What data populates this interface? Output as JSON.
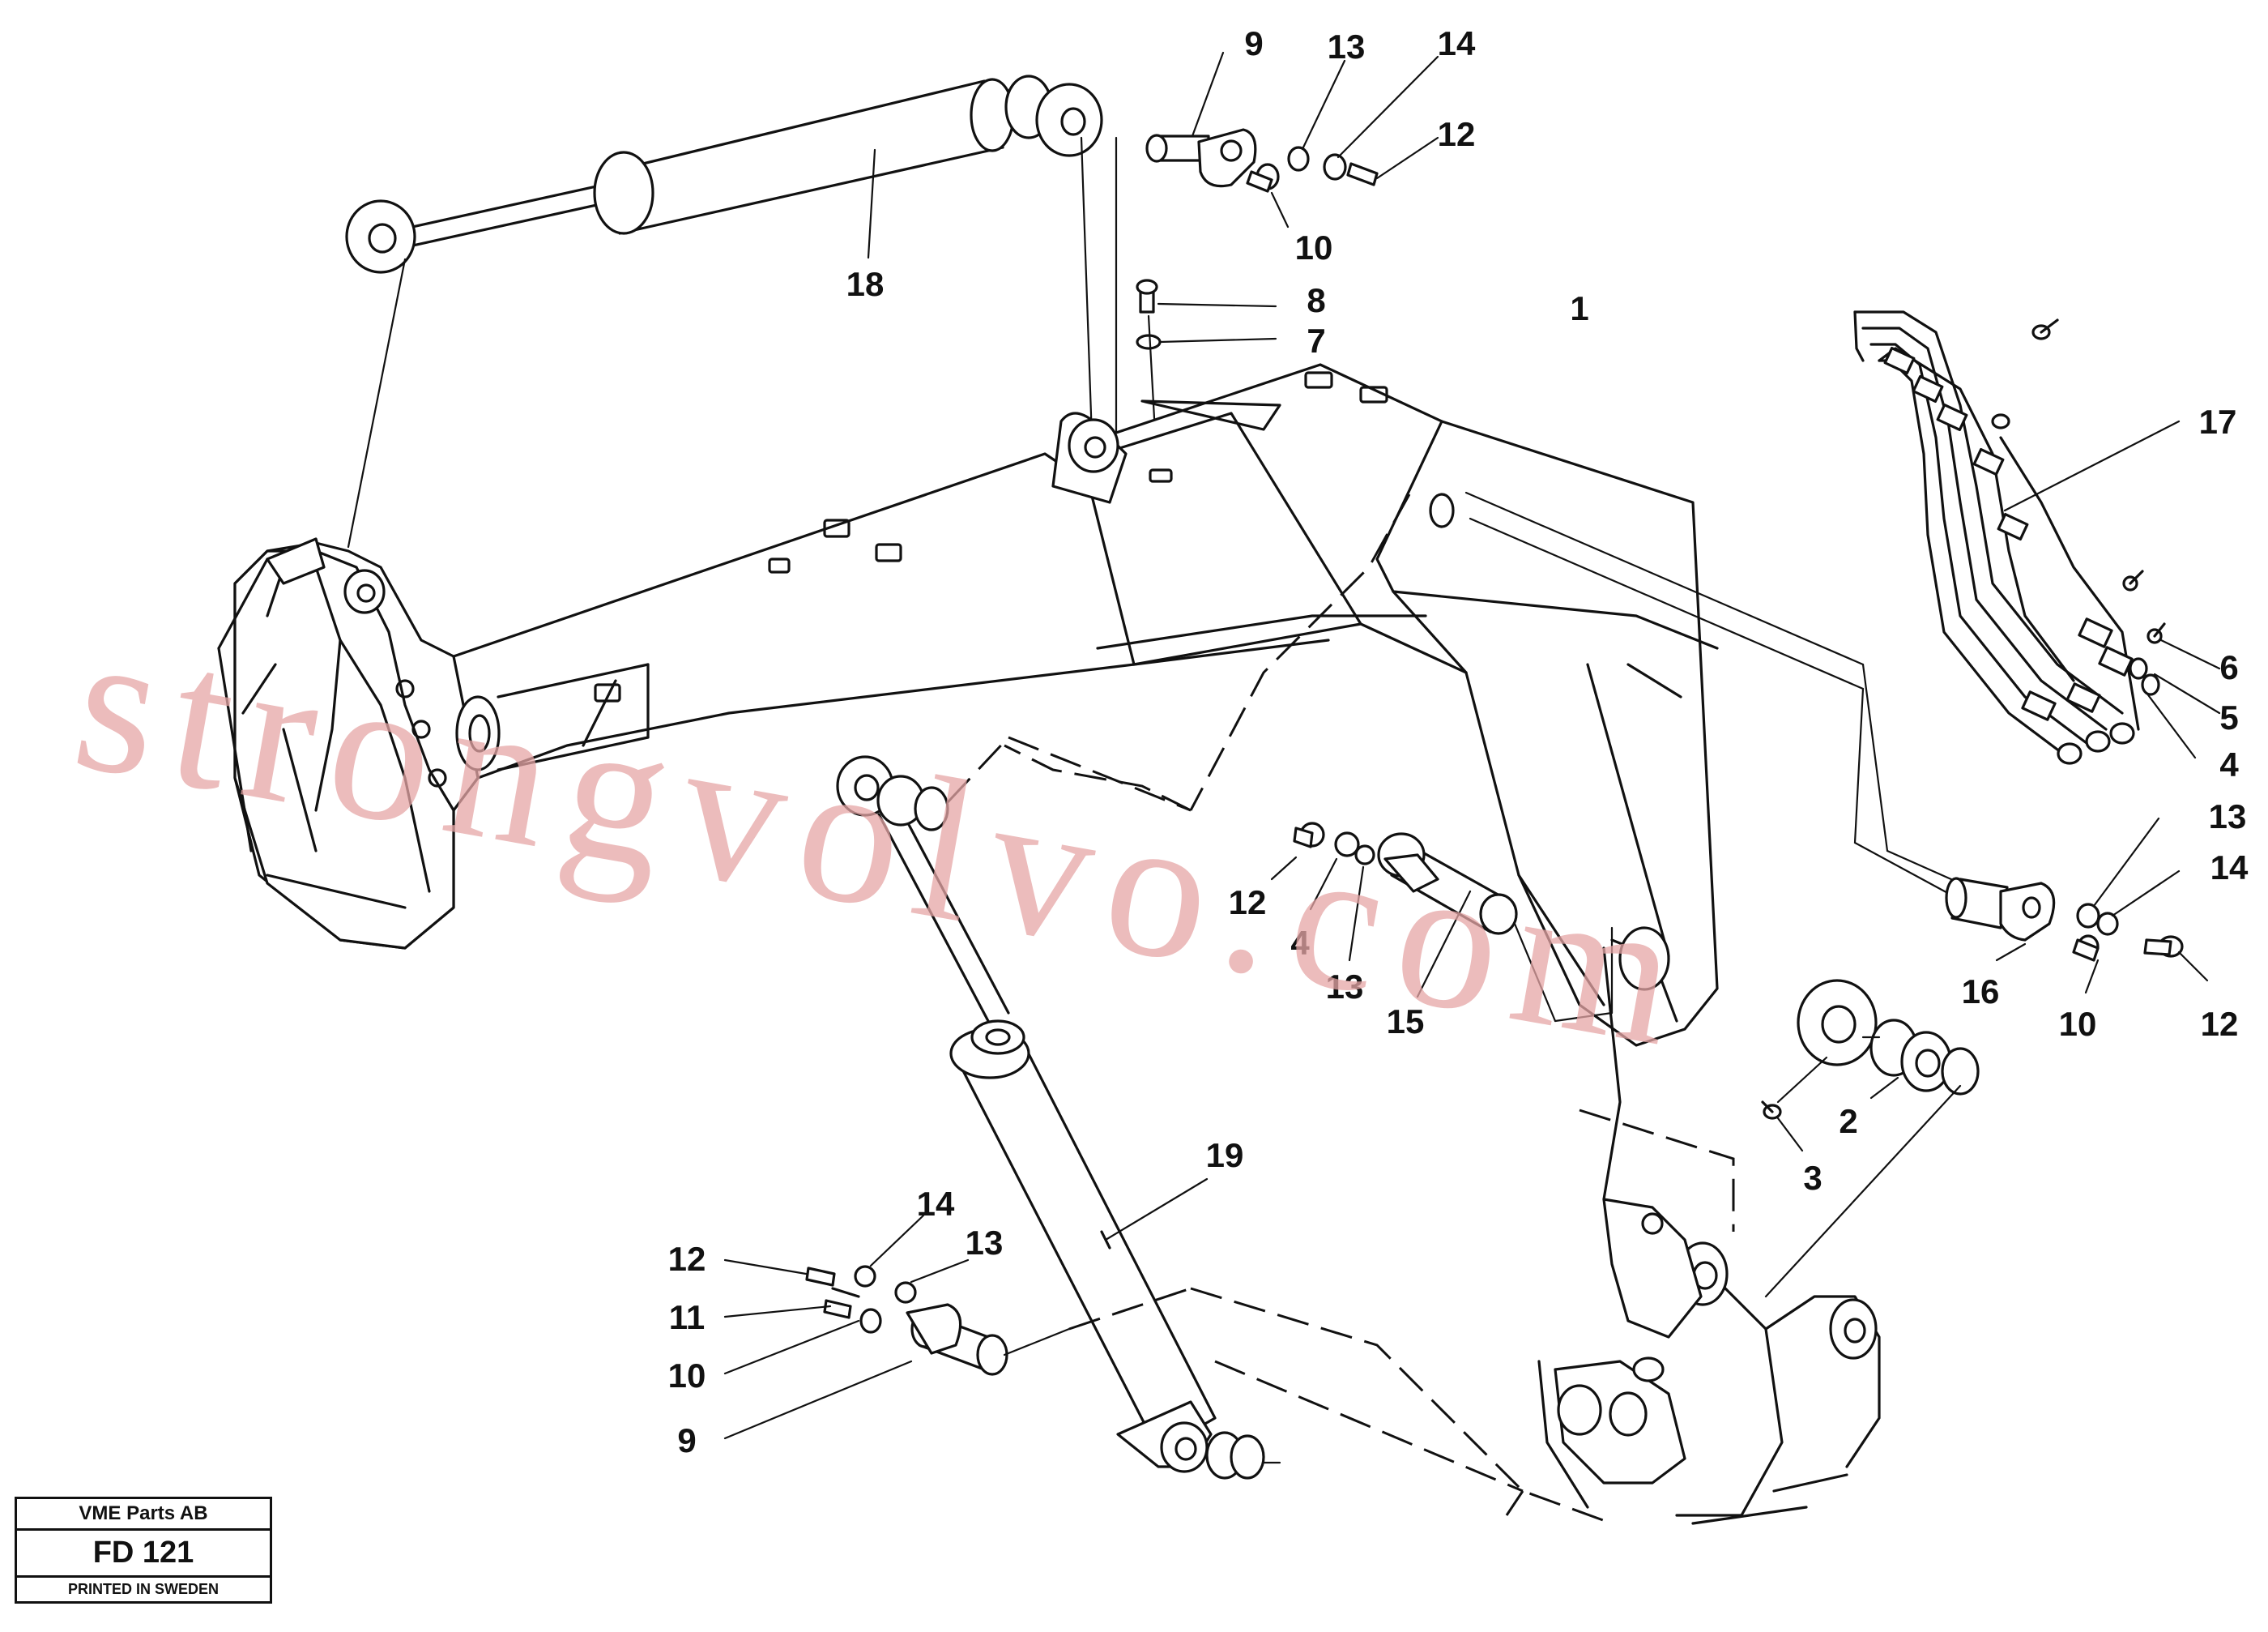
{
  "diagram": {
    "callouts": [
      "9",
      "13",
      "14",
      "12",
      "10",
      "18",
      "8",
      "7",
      "1",
      "17",
      "6",
      "5",
      "4",
      "13",
      "14",
      "16",
      "10",
      "12",
      "12",
      "4",
      "13",
      "15",
      "2",
      "3",
      "19",
      "14",
      "13",
      "12",
      "11",
      "10",
      "9"
    ],
    "watermark": "strongvolvo.com"
  },
  "title_block": {
    "company": "VME Parts AB",
    "code": "FD 121",
    "printed": "PRINTED IN SWEDEN"
  }
}
